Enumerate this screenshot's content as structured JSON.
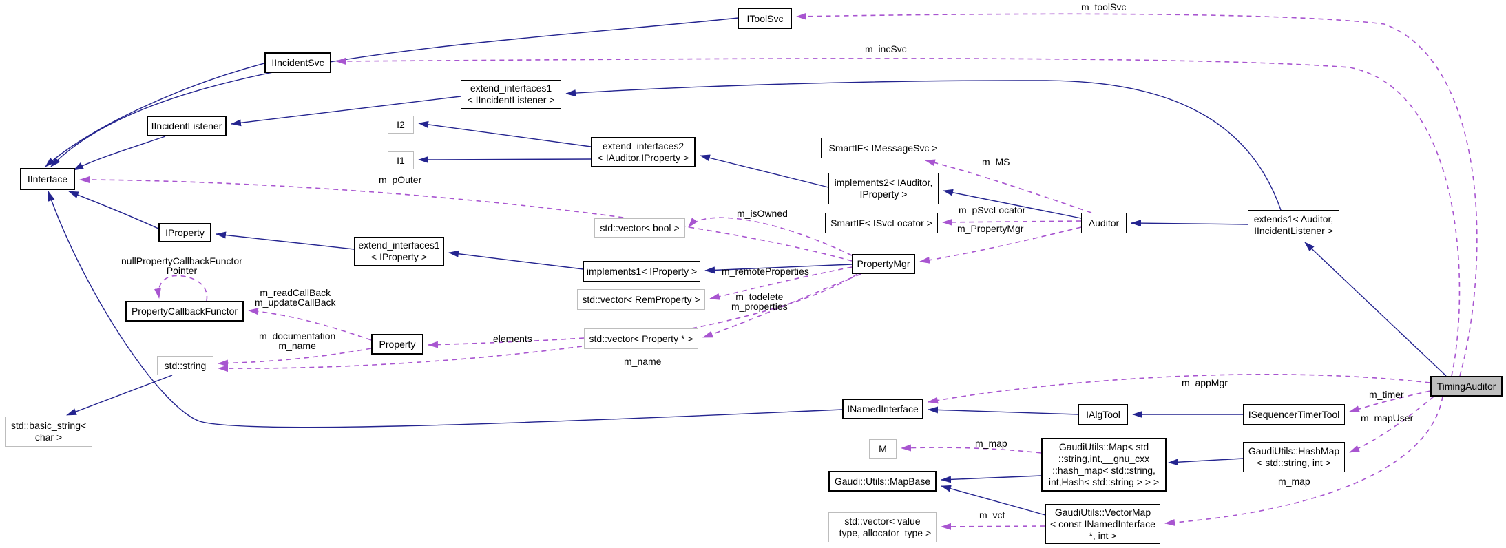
{
  "diagram": {
    "kind": "doxygen-collaboration-graph",
    "focus_class": "TimingAuditor",
    "colors": {
      "inheritance_edge": "#24248f",
      "usage_edge": "#a855d0",
      "current_node_fill": "#bfbfbf",
      "node_border": "#000000",
      "template_node_border": "#bdbdbd",
      "background": "#ffffff"
    }
  },
  "nodes": {
    "itoolsvc": {
      "label": "IToolSvc"
    },
    "iincidentsvc": {
      "label": "IIncidentSvc"
    },
    "ei1_iil": {
      "label": "extend_interfaces1\n< IIncidentListener >"
    },
    "iincidentlistener": {
      "label": "IIncidentListener"
    },
    "i2": {
      "label": "I2"
    },
    "i1": {
      "label": "I1"
    },
    "ei2": {
      "label": "extend_interfaces2\n< IAuditor,IProperty >"
    },
    "smartif_imsgsvc": {
      "label": "SmartIF< IMessageSvc >"
    },
    "implements2": {
      "label": "implements2< IAuditor,\nIProperty >"
    },
    "iinterface": {
      "label": "IInterface"
    },
    "iproperty": {
      "label": "IProperty"
    },
    "ei1_ip": {
      "label": "extend_interfaces1\n< IProperty >"
    },
    "vector_bool": {
      "label": "std::vector< bool >"
    },
    "implements1": {
      "label": "implements1< IProperty >"
    },
    "smartif_isvcloc": {
      "label": "SmartIF< ISvcLocator >"
    },
    "auditor": {
      "label": "Auditor"
    },
    "extends1": {
      "label": "extends1< Auditor,\nIIncidentListener >"
    },
    "propertymgr": {
      "label": "PropertyMgr"
    },
    "pcf": {
      "label": "PropertyCallbackFunctor"
    },
    "property": {
      "label": "Property"
    },
    "vector_remproperty": {
      "label": "std::vector< RemProperty >"
    },
    "vector_propertyptr": {
      "label": "std::vector< Property * >"
    },
    "std_string": {
      "label": "std::string"
    },
    "basic_string": {
      "label": "std::basic_string<\nchar >"
    },
    "inamediface": {
      "label": "INamedInterface"
    },
    "ialgtool": {
      "label": "IAlgTool"
    },
    "iseqtimertool": {
      "label": "ISequencerTimerTool"
    },
    "timingauditor": {
      "label": "TimingAuditor"
    },
    "m": {
      "label": "M"
    },
    "gmap": {
      "label": "GaudiUtils::Map< std\n::string,int,__gnu_cxx\n::hash_map< std::string,\nint,Hash< std::string > > >"
    },
    "ghashmap": {
      "label": "GaudiUtils::HashMap\n< std::string, int >"
    },
    "mapbase": {
      "label": "Gaudi::Utils::MapBase"
    },
    "vector_value": {
      "label": "std::vector< value\n_type, allocator_type >"
    },
    "vectormap": {
      "label": "GaudiUtils::VectorMap\n< const INamedInterface\n*, int >"
    }
  },
  "edge_labels": {
    "m_toolSvc": "m_toolSvc",
    "m_incSvc": "m_incSvc",
    "m_MS": "m_MS",
    "m_pOuter": "m_pOuter",
    "m_pSvcLocator": "m_pSvcLocator",
    "m_PropertyMgr": "m_PropertyMgr",
    "m_isOwned": "m_isOwned",
    "m_remoteProperties": "m_remoteProperties",
    "m_todelete_properties": "m_todelete\nm_properties",
    "nullpcf_pointer": "nullPropertyCallbackFunctor\nPointer",
    "read_update": "m_readCallBack\nm_updateCallBack",
    "doc_name": "m_documentation\nm_name",
    "elements": "elements",
    "m_name": "m_name",
    "m_appMgr": "m_appMgr",
    "m_timer": "m_timer",
    "m_mapUser": "m_mapUser",
    "m_map_left": "m_map",
    "m_map_right": "m_map",
    "m_vct": "m_vct"
  }
}
